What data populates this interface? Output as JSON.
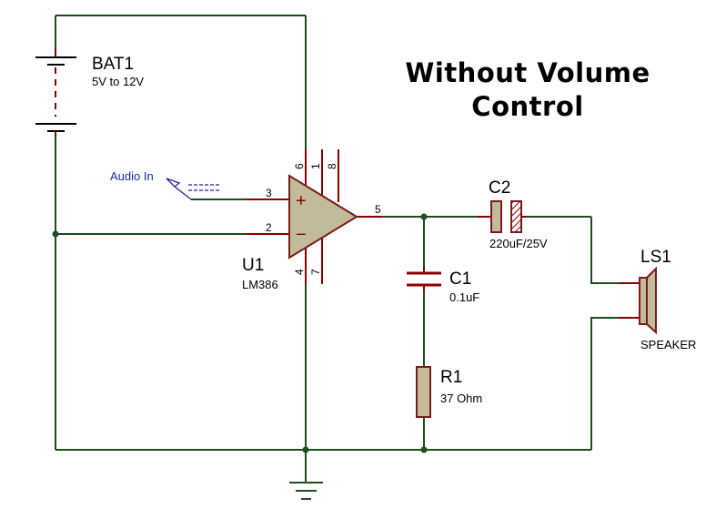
{
  "title_lines": [
    "Without Volume",
    "Control"
  ],
  "components": {
    "battery": {
      "ref": "BAT1",
      "value": "5V to 12V"
    },
    "amp": {
      "ref": "U1",
      "value": "LM386",
      "plus": "+",
      "minus": "−"
    },
    "cap_out": {
      "ref": "C2",
      "value": "220uF/25V"
    },
    "cap_filter": {
      "ref": "C1",
      "value": "0.1uF"
    },
    "resistor": {
      "ref": "R1",
      "value": "37 Ohm"
    },
    "speaker": {
      "ref": "LS1",
      "value": "SPEAKER"
    }
  },
  "input_label": "Audio In",
  "pins": {
    "p3": "3",
    "p2": "2",
    "p5": "5",
    "p6": "6",
    "p1": "1",
    "p8": "8",
    "p4": "4",
    "p7": "7"
  },
  "colors": {
    "wire": "#1e4d1e",
    "pin": "#8b0000",
    "body": "#c2bb9a",
    "label_blue": "#1a2a9a"
  }
}
